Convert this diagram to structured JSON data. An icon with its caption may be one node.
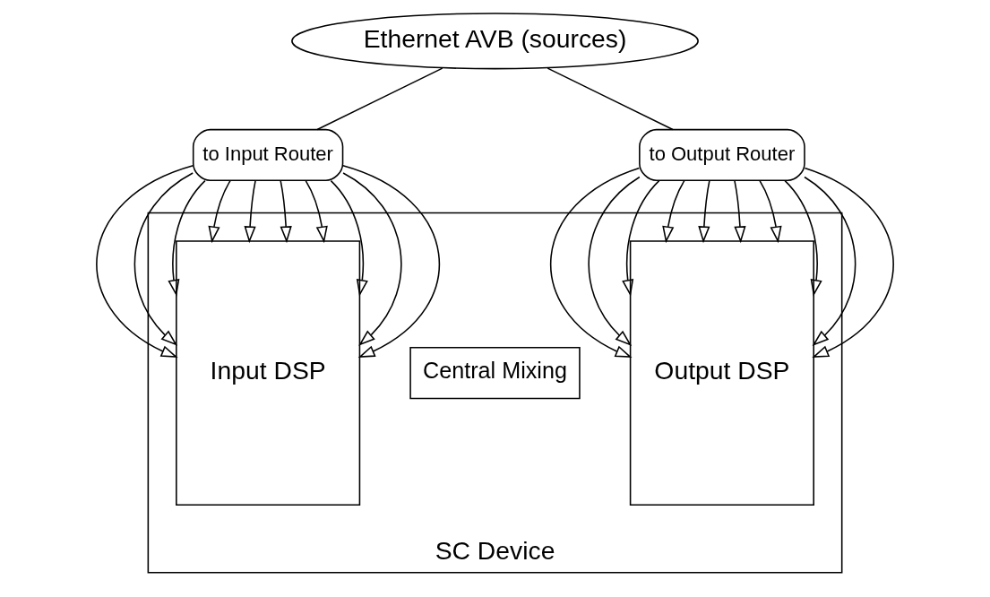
{
  "diagram": {
    "nodes": [
      {
        "text": [
          "Ethernet AVB (sources)"
        ]
      },
      {
        "text": [
          "SC Device"
        ]
      },
      {
        "text": [
          "to Input Router"
        ]
      },
      {
        "text": [
          "Input DSP"
        ],
        "in": 1
      },
      {
        "text": [
          "Central Mixing"
        ],
        "in": 1
      },
      {
        "text": [
          "to Output Router"
        ]
      },
      {
        "text": [
          "Output DSP"
        ],
        "in": 1
      }
    ],
    "edges": [
      {
        "from": 0,
        "to": 2,
        "arrow": "none"
      },
      {
        "from": 0,
        "to": 5,
        "arrow": "none"
      },
      {
        "from": 2,
        "to": 3,
        "arrow": "to"
      },
      {
        "from": 2,
        "to": 3,
        "arrow": "to"
      },
      {
        "from": 2,
        "to": 3,
        "arrow": "to"
      },
      {
        "from": 2,
        "to": 3,
        "arrow": "to"
      },
      {
        "from": 2,
        "to": 3,
        "arrow": "to"
      },
      {
        "from": 2,
        "to": 3,
        "arrow": "to"
      },
      {
        "from": 2,
        "to": 3,
        "arrow": "to"
      },
      {
        "from": 2,
        "to": 3,
        "arrow": "to"
      },
      {
        "from": 2,
        "to": 3,
        "arrow": "to"
      },
      {
        "from": 2,
        "to": 3,
        "arrow": "to"
      },
      {
        "from": 5,
        "to": 6,
        "arrow": "to"
      },
      {
        "from": 5,
        "to": 6,
        "arrow": "to"
      },
      {
        "from": 5,
        "to": 6,
        "arrow": "to"
      },
      {
        "from": 5,
        "to": 6,
        "arrow": "to"
      },
      {
        "from": 5,
        "to": 6,
        "arrow": "to"
      },
      {
        "from": 5,
        "to": 6,
        "arrow": "to"
      },
      {
        "from": 5,
        "to": 6,
        "arrow": "to"
      },
      {
        "from": 5,
        "to": 6,
        "arrow": "to"
      },
      {
        "from": 5,
        "to": 6,
        "arrow": "to"
      },
      {
        "from": 5,
        "to": 6,
        "arrow": "to"
      }
    ]
  }
}
